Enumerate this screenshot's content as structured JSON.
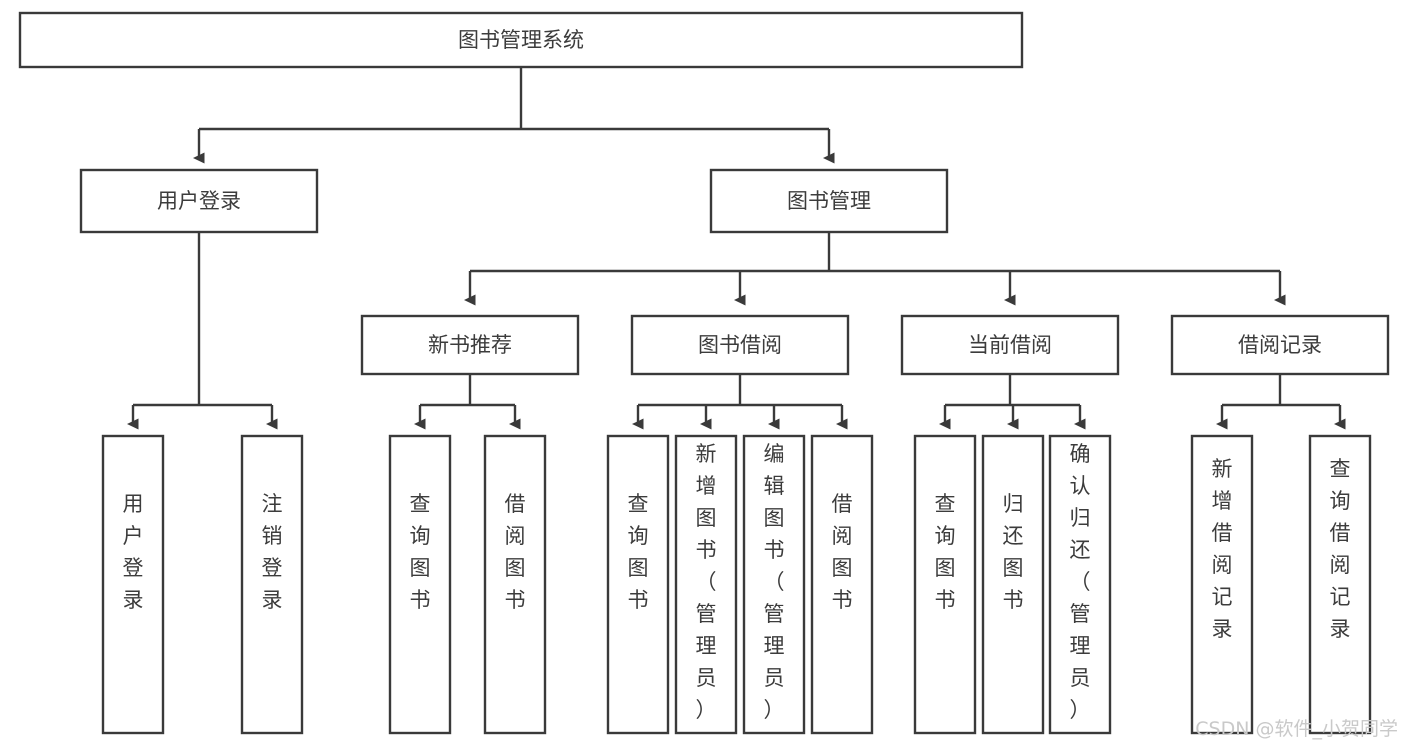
{
  "diagram": {
    "title": "图书管理系统",
    "type": "tree",
    "orientation": "top-down",
    "root": {
      "id": "root",
      "label": "图书管理系统",
      "level": 1
    },
    "level2": [
      {
        "id": "user-login",
        "label": "用户登录",
        "level": 2
      },
      {
        "id": "book-manage",
        "label": "图书管理",
        "level": 2
      }
    ],
    "level3": [
      {
        "id": "new-book-rec",
        "label": "新书推荐",
        "level": 3,
        "parent": "book-manage"
      },
      {
        "id": "book-borrow",
        "label": "图书借阅",
        "level": 3,
        "parent": "book-manage"
      },
      {
        "id": "current-borrow",
        "label": "当前借阅",
        "level": 3,
        "parent": "book-manage"
      },
      {
        "id": "borrow-record",
        "label": "借阅记录",
        "level": 3,
        "parent": "book-manage"
      }
    ],
    "leaves": [
      {
        "id": "leaf-user-login",
        "label": "用户登录",
        "parent": "user-login"
      },
      {
        "id": "leaf-logout",
        "label": "注销登录",
        "parent": "user-login"
      },
      {
        "id": "leaf-query-book-1",
        "label": "查询图书",
        "parent": "new-book-rec"
      },
      {
        "id": "leaf-borrow-book-1",
        "label": "借阅图书",
        "parent": "new-book-rec"
      },
      {
        "id": "leaf-query-book-2",
        "label": "查询图书",
        "parent": "book-borrow"
      },
      {
        "id": "leaf-add-book",
        "label": "新增图书（管理员）",
        "parent": "book-borrow"
      },
      {
        "id": "leaf-edit-book",
        "label": "编辑图书（管理员）",
        "parent": "book-borrow"
      },
      {
        "id": "leaf-borrow-book-2",
        "label": "借阅图书",
        "parent": "book-borrow"
      },
      {
        "id": "leaf-query-book-3",
        "label": "查询图书",
        "parent": "current-borrow"
      },
      {
        "id": "leaf-return-book",
        "label": "归还图书",
        "parent": "current-borrow"
      },
      {
        "id": "leaf-confirm-return",
        "label": "确认归还（管理员）",
        "parent": "current-borrow"
      },
      {
        "id": "leaf-add-record",
        "label": "新增借阅记录",
        "parent": "borrow-record"
      },
      {
        "id": "leaf-query-record",
        "label": "查询借阅记录",
        "parent": "borrow-record"
      }
    ]
  },
  "watermark": {
    "text": "CSDN @软件_小贺同学"
  },
  "colors": {
    "stroke": "#3a3a3a",
    "text": "#3c3c3c",
    "background": "#ffffff",
    "watermark": "#c9c9c9"
  }
}
